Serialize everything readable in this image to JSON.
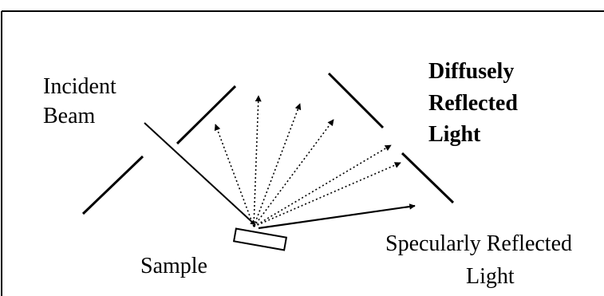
{
  "labels": {
    "incident_line1": "Incident",
    "incident_line2": "Beam",
    "diffuse_line1": "Diffusely",
    "diffuse_line2": "Reflected",
    "diffuse_line3": "Light",
    "specular_line1": "Specularly Reflected",
    "specular_line2": "Light",
    "sample": "Sample"
  },
  "colors": {
    "ink": "#000000",
    "background": "#ffffff"
  }
}
